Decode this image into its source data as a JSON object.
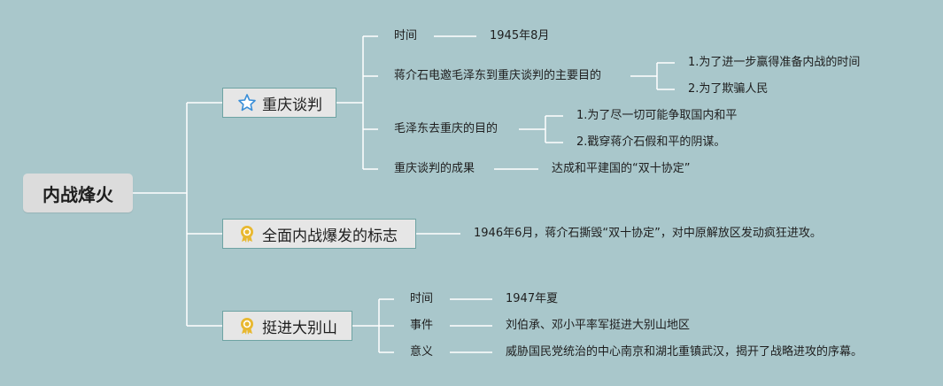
{
  "root": {
    "label": "内战烽火"
  },
  "branches": [
    {
      "label": "重庆谈判",
      "icon": "star-icon",
      "items": [
        {
          "label": "时间",
          "values": [
            "1945年8月"
          ]
        },
        {
          "label": "蒋介石电邀毛泽东到重庆谈判的主要目的",
          "values": [
            "1.为了进一步赢得准备内战的时间",
            "2.为了欺骗人民"
          ]
        },
        {
          "label": "毛泽东去重庆的目的",
          "values": [
            "1.为了尽一切可能争取国内和平",
            "2.戳穿蒋介石假和平的阴谋。"
          ]
        },
        {
          "label": "重庆谈判的成果",
          "values": [
            "达成和平建国的“双十协定”"
          ]
        }
      ]
    },
    {
      "label": "全面内战爆发的标志",
      "icon": "award-icon",
      "values": [
        "1946年6月，蒋介石撕毁“双十协定”，对中原解放区发动疯狂进攻。"
      ]
    },
    {
      "label": "挺进大别山",
      "icon": "award-icon",
      "items": [
        {
          "label": "时间",
          "values": [
            "1947年夏"
          ]
        },
        {
          "label": "事件",
          "values": [
            "刘伯承、邓小平率军挺进大别山地区"
          ]
        },
        {
          "label": "意义",
          "values": [
            "威胁国民党统治的中心南京和湖北重镇武汉，揭开了战略进攻的序幕。"
          ]
        }
      ]
    }
  ],
  "colors": {
    "background": "#a9c7cb",
    "line": "#ffffff",
    "box_border": "#6ea3a3",
    "star_icon": "#3a8fd8",
    "award_icon": "#e8b830"
  }
}
